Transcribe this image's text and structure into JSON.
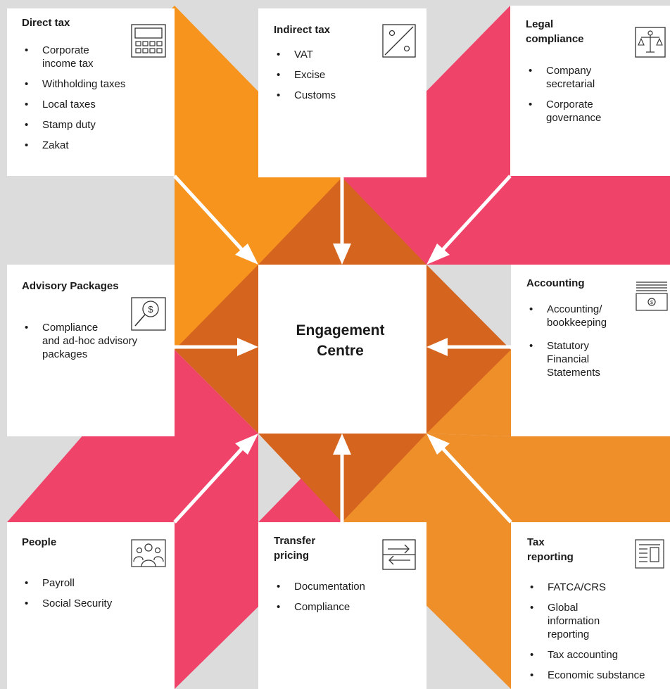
{
  "colors": {
    "orange": "#f7941d",
    "pink": "#f0436a",
    "amber": "#ef8f2a",
    "rust": "#d5641f",
    "background": "#dcdcdc"
  },
  "center": {
    "line1": "Engagement",
    "line2": "Centre"
  },
  "cards": {
    "direct_tax": {
      "title": "Direct tax",
      "icon": "calculator-icon",
      "items": [
        "Corporate",
        "income tax",
        "Withholding taxes",
        "Local taxes",
        "Stamp duty",
        "Zakat"
      ]
    },
    "indirect_tax": {
      "title": "Indirect tax",
      "icon": "percent-icon",
      "items": [
        "VAT",
        "Excise",
        "Customs"
      ]
    },
    "legal": {
      "title_line1": "Legal",
      "title_line2": "compliance",
      "icon": "scales-icon",
      "items": [
        "Company",
        "secretarial",
        "Corporate",
        "governance"
      ]
    },
    "advisory": {
      "title": "Advisory Packages",
      "icon": "magnifier-dollar-icon",
      "items": [
        "Compliance",
        "and ad-hoc advisory",
        "packages"
      ]
    },
    "accounting": {
      "title": "Accounting",
      "icon": "cash-stack-icon",
      "items": [
        "Accounting/",
        "bookkeeping",
        "Statutory",
        "Financial",
        "Statements"
      ]
    },
    "people": {
      "title": "People",
      "icon": "people-icon",
      "items": [
        "Payroll",
        "Social Security"
      ]
    },
    "transfer": {
      "title_line1": "Transfer",
      "title_line2": "pricing",
      "icon": "transfer-arrows-icon",
      "items": [
        "Documentation",
        "Compliance"
      ]
    },
    "reporting": {
      "title_line1": "Tax",
      "title_line2": "reporting",
      "icon": "newspaper-icon",
      "items": [
        "FATCA/CRS",
        "Global",
        "information",
        "reporting",
        "Tax accounting",
        "Economic substance"
      ]
    }
  }
}
